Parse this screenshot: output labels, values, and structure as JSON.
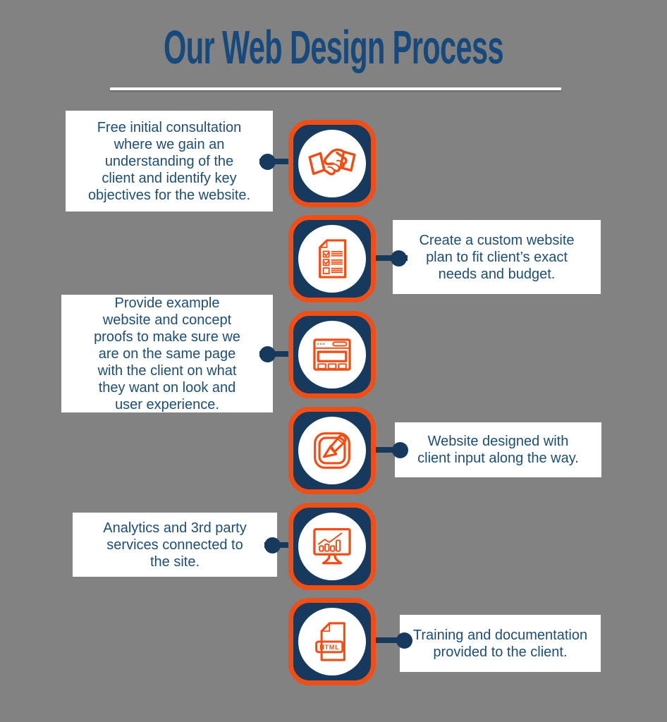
{
  "page": {
    "title": "Our Web Design Process",
    "background_color": "#828282",
    "accent_orange": "#F04E17",
    "navy": "#17395E",
    "title_color": "#17497C",
    "body_text_color": "#1D4E74"
  },
  "steps": [
    {
      "side": "left",
      "icon": "handshake-icon",
      "text": "Free initial consultation\nwhere we gain an\nunderstanding of the\nclient and identify key\nobjectives for the website."
    },
    {
      "side": "right",
      "icon": "checklist-document-icon",
      "text": "Create a custom website\nplan to fit client’s exact\nneeds and budget."
    },
    {
      "side": "left",
      "icon": "browser-window-icon",
      "text": "Provide example\nwebsite and concept\nproofs to make sure we\nare on the same page\nwith the client on what\nthey want on look and\nuser experience."
    },
    {
      "side": "right",
      "icon": "design-pencil-icon",
      "text": "Website designed with\nclient input along the way."
    },
    {
      "side": "left",
      "icon": "analytics-monitor-icon",
      "text": "Analytics and 3rd party\nservices connected to\nthe site."
    },
    {
      "side": "right",
      "icon": "html-file-icon",
      "text": "Training and documentation\nprovided to the client."
    }
  ],
  "icons": {
    "html_label": "HTML"
  }
}
